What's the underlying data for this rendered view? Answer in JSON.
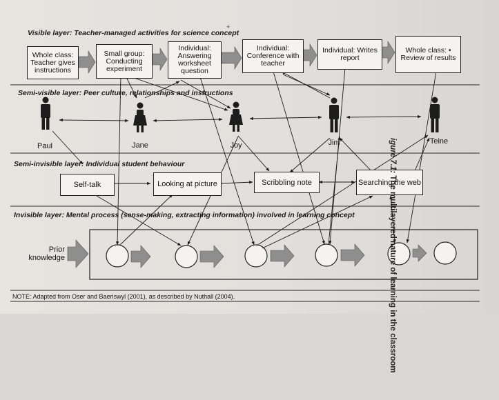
{
  "caption": {
    "figure": "igure 7.1:",
    "title": "The multilayered nature of learning in the classroom"
  },
  "layers": {
    "visible": "Visible layer: Teacher-managed activities for science concept",
    "semi_visible": "Semi-visible layer: Peer culture, relationships and instructions",
    "semi_invisible": "Semi-invisible layer: Individual student behaviour",
    "invisible": "Invisible layer: Mental process (sense-making, extracting information) involved in learning concept"
  },
  "activities": [
    {
      "label": "Whole class: Teacher gives instructions"
    },
    {
      "label": "Small group: Conducting experiment"
    },
    {
      "label": "Individual: Answering worksheet question"
    },
    {
      "label": "Individual: Conference with teacher"
    },
    {
      "label": "Individual: Writes report"
    },
    {
      "label": "Whole class: • Review of results"
    }
  ],
  "people": [
    {
      "name": "Paul",
      "gender": "male"
    },
    {
      "name": "Jane",
      "gender": "female"
    },
    {
      "name": "Joy",
      "gender": "female"
    },
    {
      "name": "Jim",
      "gender": "male"
    },
    {
      "name": "Teine",
      "gender": "male"
    }
  ],
  "behaviours": [
    {
      "label": "Self-talk"
    },
    {
      "label": "Looking at picture"
    },
    {
      "label": "Scribbling note"
    },
    {
      "label": "Searching the web"
    }
  ],
  "mental_process": {
    "input_label": "Prior knowledge",
    "stages": 6
  },
  "note": "NOTE: Adapted from Oser and Baeriswyl (2001), as described by Nuthall (2004).",
  "colors": {
    "paper": "#e4e2de",
    "ink": "#1b1b1b",
    "fill_arrow": "#8e8e8e",
    "box": "#f4f3f0"
  },
  "stamp": "+"
}
